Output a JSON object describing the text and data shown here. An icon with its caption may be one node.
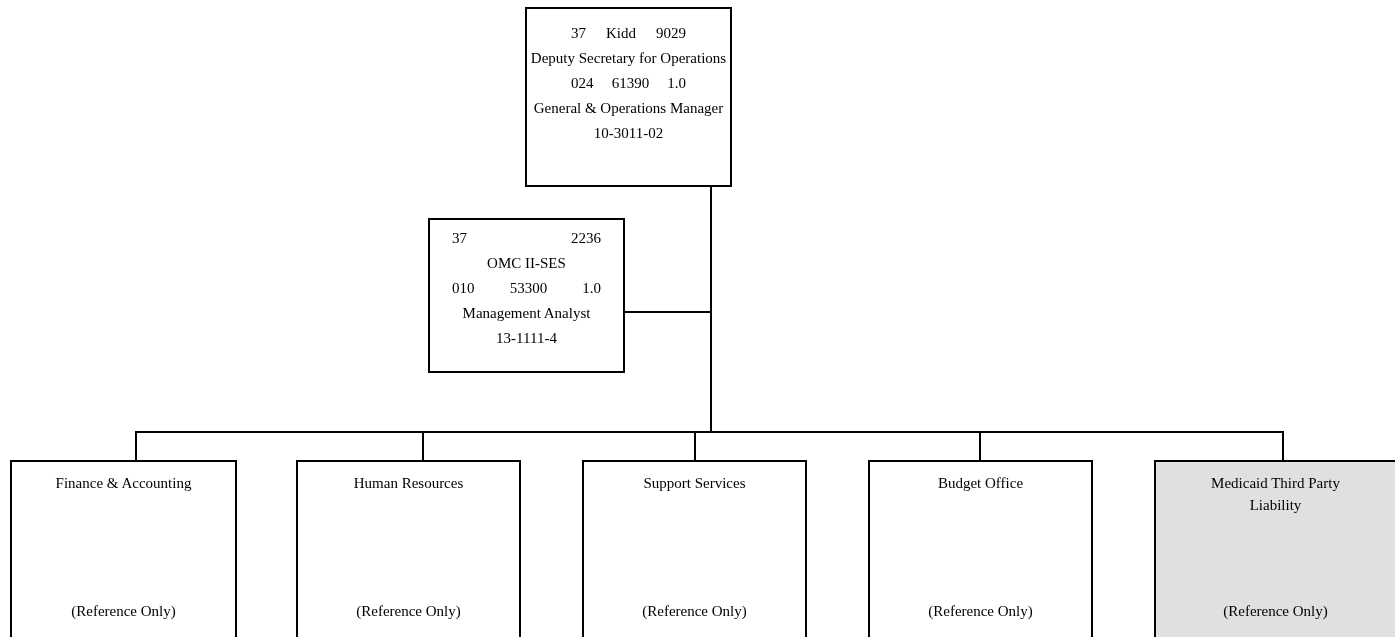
{
  "diagram": {
    "nodes": [
      {
        "text": [
          "37",
          "Kidd",
          "9029",
          "Deputy Secretary for Operations",
          "024",
          "61390",
          "1.0",
          "General & Operations Manager",
          "10-3011-02"
        ]
      },
      {
        "text": [
          "37",
          "2236",
          "OMC II-SES",
          "010",
          "53300",
          "1.0",
          "Management Analyst",
          "13-1111-4"
        ]
      },
      {
        "text": [
          "Finance & Accounting",
          "(Reference Only)"
        ]
      },
      {
        "text": [
          "Human Resources",
          "(Reference Only)"
        ]
      },
      {
        "text": [
          "Support Services",
          "(Reference Only)"
        ]
      },
      {
        "text": [
          "Budget Office",
          "(Reference Only)"
        ]
      },
      {
        "text": [
          "Medicaid Third Party Liability",
          "(Reference Only)"
        ]
      }
    ],
    "edges": [
      {
        "from": 0,
        "to": 1,
        "arrow": "none"
      },
      {
        "from": 0,
        "to": 2,
        "arrow": "none"
      },
      {
        "from": 0,
        "to": 3,
        "arrow": "none"
      },
      {
        "from": 0,
        "to": 4,
        "arrow": "none"
      },
      {
        "from": 0,
        "to": 5,
        "arrow": "none"
      },
      {
        "from": 0,
        "to": 6,
        "arrow": "none"
      }
    ]
  }
}
